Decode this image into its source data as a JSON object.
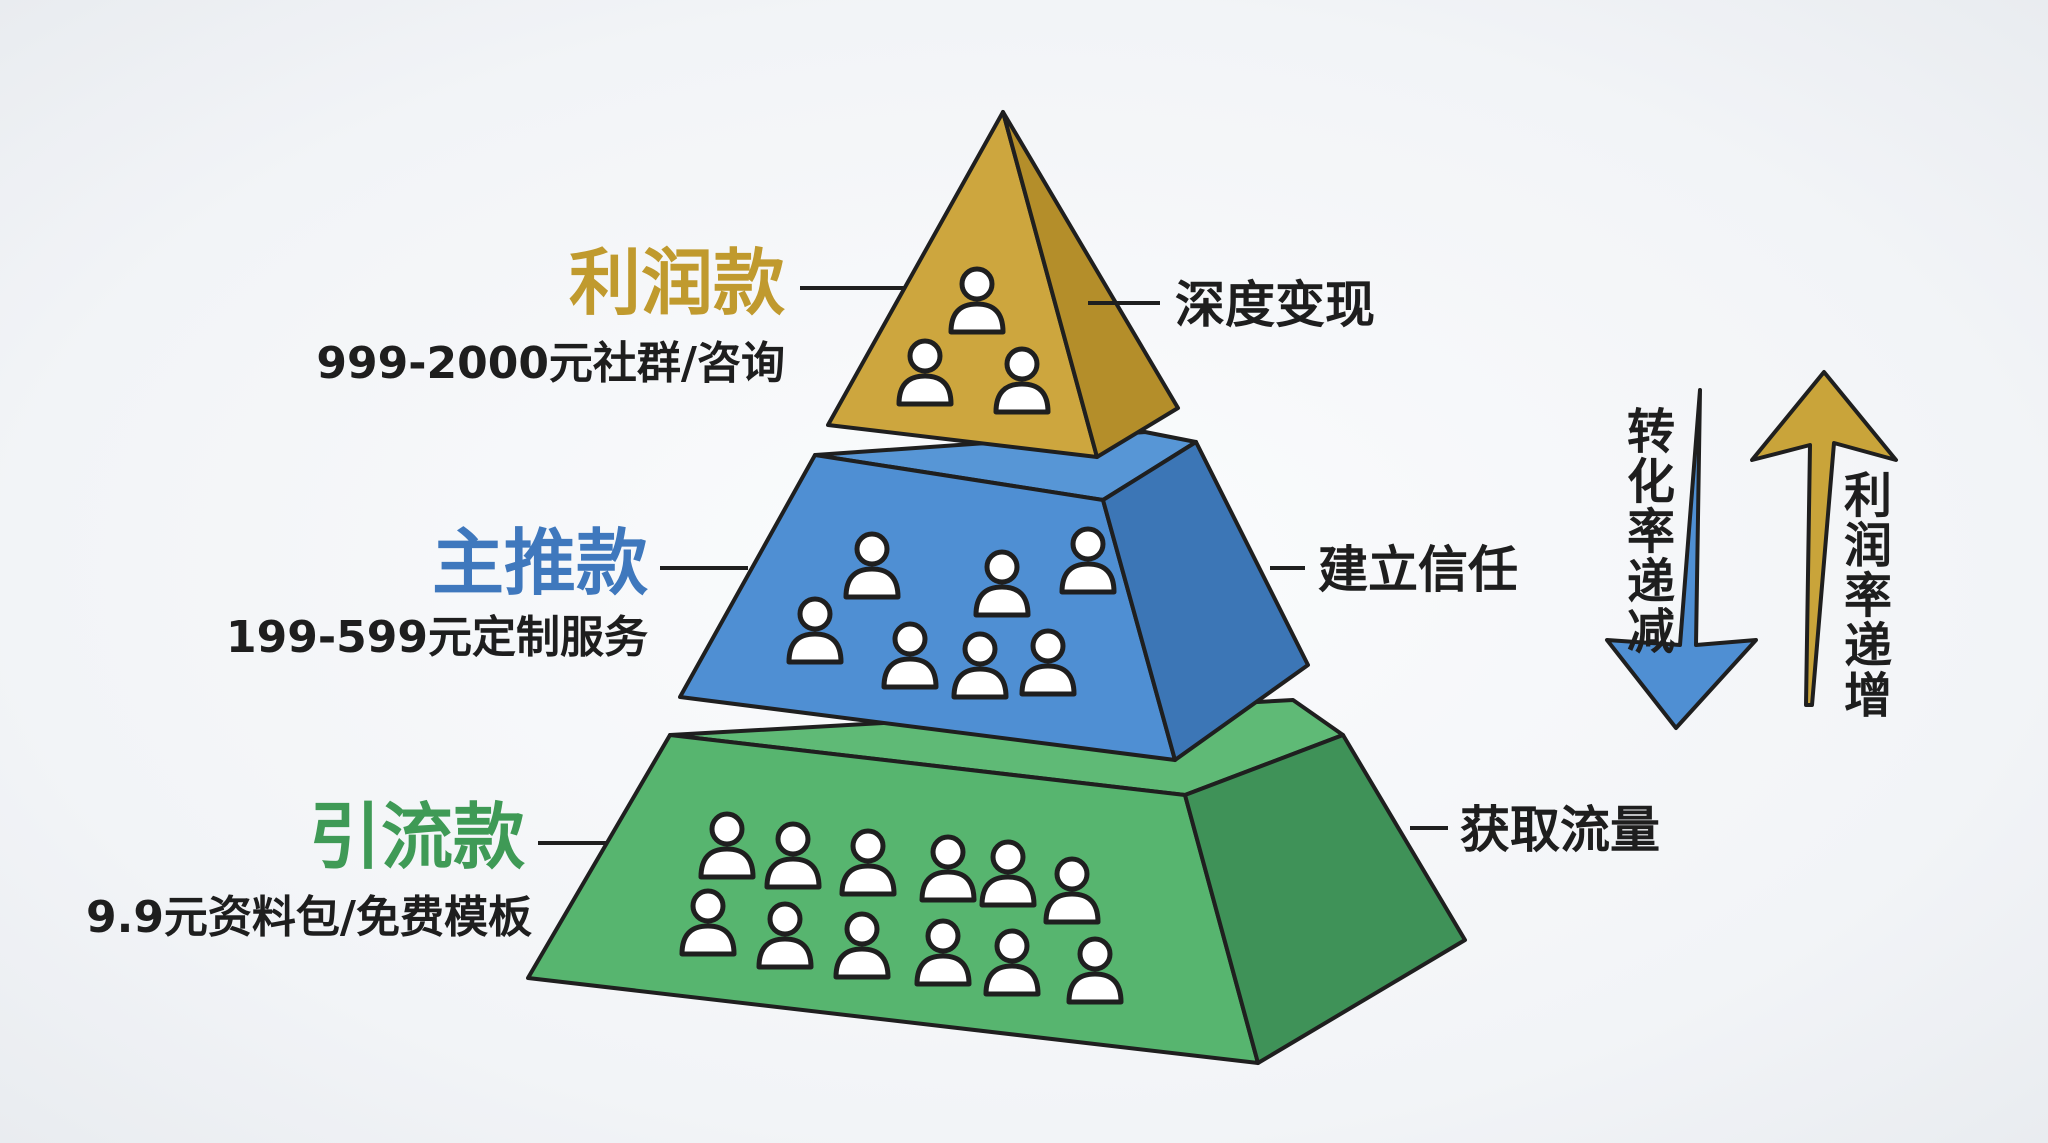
{
  "tiers": [
    {
      "key": "profit",
      "title": "利润款",
      "subtitle": "999-2000元社群/咨询",
      "right_label": "深度变现",
      "color": "#c9a43a",
      "people_count": 3
    },
    {
      "key": "main",
      "title": "主推款",
      "subtitle": "199-599元定制服务",
      "right_label": "建立信任",
      "color": "#4a86c8",
      "people_count": 7
    },
    {
      "key": "traffic",
      "title": "引流款",
      "subtitle": "9.9元资料包/免费模板",
      "right_label": "获取流量",
      "color": "#4aa862",
      "people_count": 12
    }
  ],
  "arrows": {
    "down": {
      "label": "转化率递减",
      "color": "#4a86c8"
    },
    "up": {
      "label": "利润率递增",
      "color": "#c9a43a"
    }
  },
  "icons": {
    "person": "person-icon"
  }
}
